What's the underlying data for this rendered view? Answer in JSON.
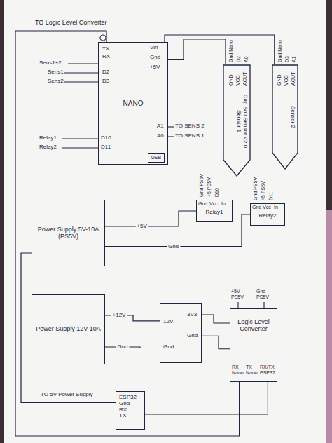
{
  "diagram": {
    "nodes": [
      {
        "text": [
          "NANO"
        ]
      },
      {
        "text": [
          "USB"
        ],
        "in": 0
      },
      {
        "text": [
          "Cap Soil Sensor V2.0 Sensor 1"
        ]
      },
      {
        "text": [
          "Sensor 2"
        ]
      },
      {
        "text": [
          "Relay1"
        ]
      },
      {
        "text": [
          "Relay2"
        ]
      },
      {
        "text": [
          "Power Supply 5V-10A",
          "(PS5V)"
        ]
      },
      {
        "text": [
          "Power Supply 12V-10A"
        ]
      },
      {
        "text": [
          "12V",
          "Gnd",
          "3V3",
          "Gnd"
        ]
      },
      {
        "text": [
          "Logic Level Converter"
        ]
      },
      {
        "text": [
          "ESP32",
          "Gnd",
          "RX",
          "TX"
        ]
      }
    ],
    "edges": [
      {
        "from": 0,
        "to": 2,
        "arrow": "none"
      },
      {
        "from": 0,
        "to": 3,
        "arrow": "none"
      },
      {
        "from": 6,
        "to": 4,
        "label": "+5V",
        "arrow": "none"
      },
      {
        "from": 6,
        "to": 5,
        "label": "Gnd",
        "arrow": "none"
      },
      {
        "from": 7,
        "to": 8,
        "label": "+12V",
        "arrow": "none"
      },
      {
        "from": 7,
        "to": 8,
        "label": "Gnd",
        "arrow": "none"
      },
      {
        "from": 8,
        "to": 9,
        "arrow": "none"
      },
      {
        "from": 8,
        "to": 9,
        "arrow": "none"
      },
      {
        "from": 9,
        "to": 10,
        "arrow": "none"
      },
      {
        "from": 6,
        "to": 10,
        "arrow": "none"
      },
      {
        "from": 0,
        "to": 9,
        "arrow": "none"
      }
    ],
    "labels": [
      "TO Logic Level Converter",
      "TX",
      "RX",
      "Sens1+2",
      "Sens1",
      "D2",
      "Sens2",
      "D3",
      "Vin",
      "Gnd",
      "+5V",
      "A1",
      "TO SENS 2",
      "A0",
      "TO SENS 1",
      "Relay1",
      "D10",
      "Relay2",
      "D11",
      "Gnd Nano",
      "D2",
      "A0",
      "GND",
      "VCC",
      "AOUT",
      "Gnd Nano",
      "D3",
      "A1",
      "GND",
      "VCC",
      "AOUT",
      "Gnd PS5V",
      "+5 PS5V",
      "D10",
      "Gnd",
      "Vcc",
      "In",
      "Gnd PS5V",
      "+5 PS5V",
      "D11",
      "Gnd",
      "Vcc",
      "In",
      "+5V PS5V",
      "Gnd PS5V",
      "RX Nano",
      "TX Nano",
      "RX/TX ESP32",
      "TO 5V Power Supply"
    ]
  }
}
